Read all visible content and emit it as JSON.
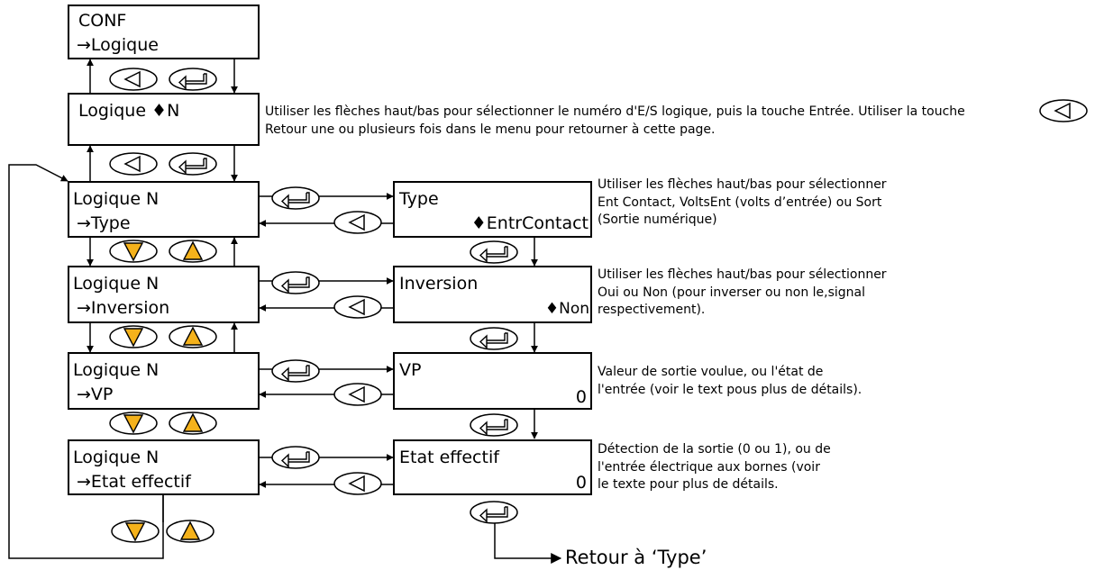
{
  "screens": {
    "conf": {
      "line1": "CONF",
      "line2": "→Logique"
    },
    "logique_select": {
      "line1": "Logique ♦N"
    },
    "logique_type": {
      "line1": "Logique N",
      "line2": "→Type"
    },
    "logique_inversion": {
      "line1": "Logique N",
      "line2": "→Inversion"
    },
    "logique_vp": {
      "line1": "Logique N",
      "line2": "→VP"
    },
    "logique_etat": {
      "line1": "Logique N",
      "line2": "→Etat effectif"
    },
    "type": {
      "title": "Type",
      "value": "♦EntrContact"
    },
    "inversion": {
      "title": "Inversion",
      "value": "♦Non"
    },
    "vp": {
      "title": "VP",
      "value": "0"
    },
    "etat": {
      "title": "Etat effectif",
      "value": "0"
    }
  },
  "notes": {
    "select": "Utiliser les flèches haut/bas pour sélectionner le numéro d'E/S logique, puis la touche Entrée.  Utiliser la touche\nRetour une ou plusieurs fois dans le menu pour retourner à cette page.",
    "type": "Utiliser les flèches haut/bas pour sélectionner\nEnt Contact, VoltsEnt (volts d’entrée) ou Sort\n(Sortie numérique)",
    "inversion": "Utiliser les flèches haut/bas pour sélectionner\nOui ou Non (pour inverser ou non le,signal\nrespectivement).",
    "vp": "Valeur de sortie voulue, ou l'état de\nl'entrée (voir le text pous plus de détails).",
    "etat": "Détection de la sortie (0 ou 1), ou de\nl'entrée électrique aux bornes (voir\nle texte pour plus de détails."
  },
  "return_label": "Retour à ‘Type’",
  "keys": {
    "back": "back-key-icon",
    "enter": "enter-key-icon",
    "down": "down-key-icon",
    "up": "up-key-icon"
  },
  "colors": {
    "arrow_key_fill": "#f5b21b",
    "line": "#000000"
  }
}
